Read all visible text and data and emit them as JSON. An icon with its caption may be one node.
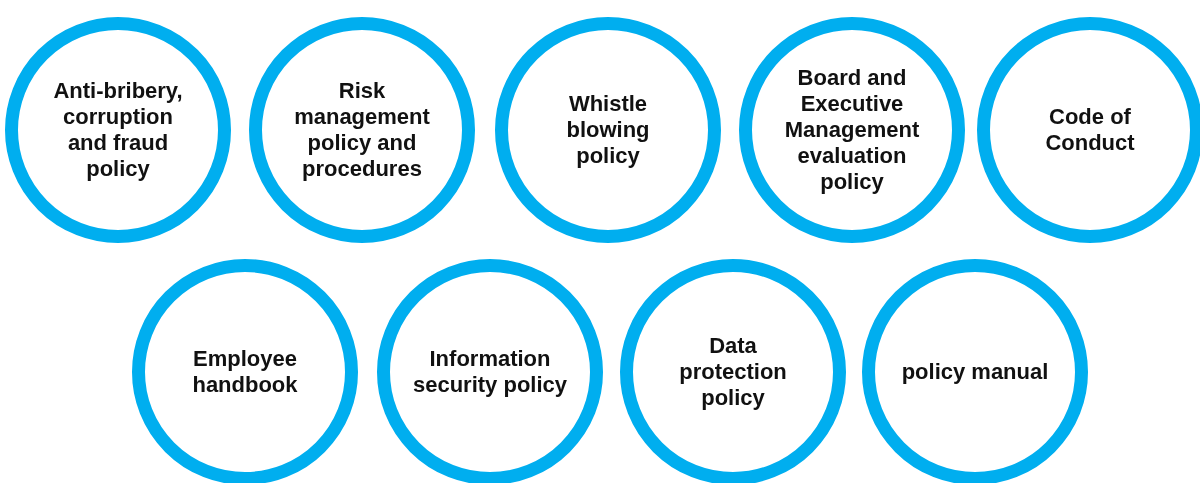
{
  "diagram": {
    "nodes": [
      {
        "text": [
          "Anti-bribery, corruption and fraud policy"
        ]
      },
      {
        "text": [
          "Risk management policy and procedures"
        ]
      },
      {
        "text": [
          "Whistle blowing policy"
        ]
      },
      {
        "text": [
          "Board and Executive Management evaluation policy"
        ]
      },
      {
        "text": [
          "Code of Conduct"
        ]
      },
      {
        "text": [
          "Employee handbook"
        ]
      },
      {
        "text": [
          "Information security policy"
        ]
      },
      {
        "text": [
          "Data protection policy"
        ]
      },
      {
        "text": [
          "policy manual"
        ]
      }
    ]
  }
}
